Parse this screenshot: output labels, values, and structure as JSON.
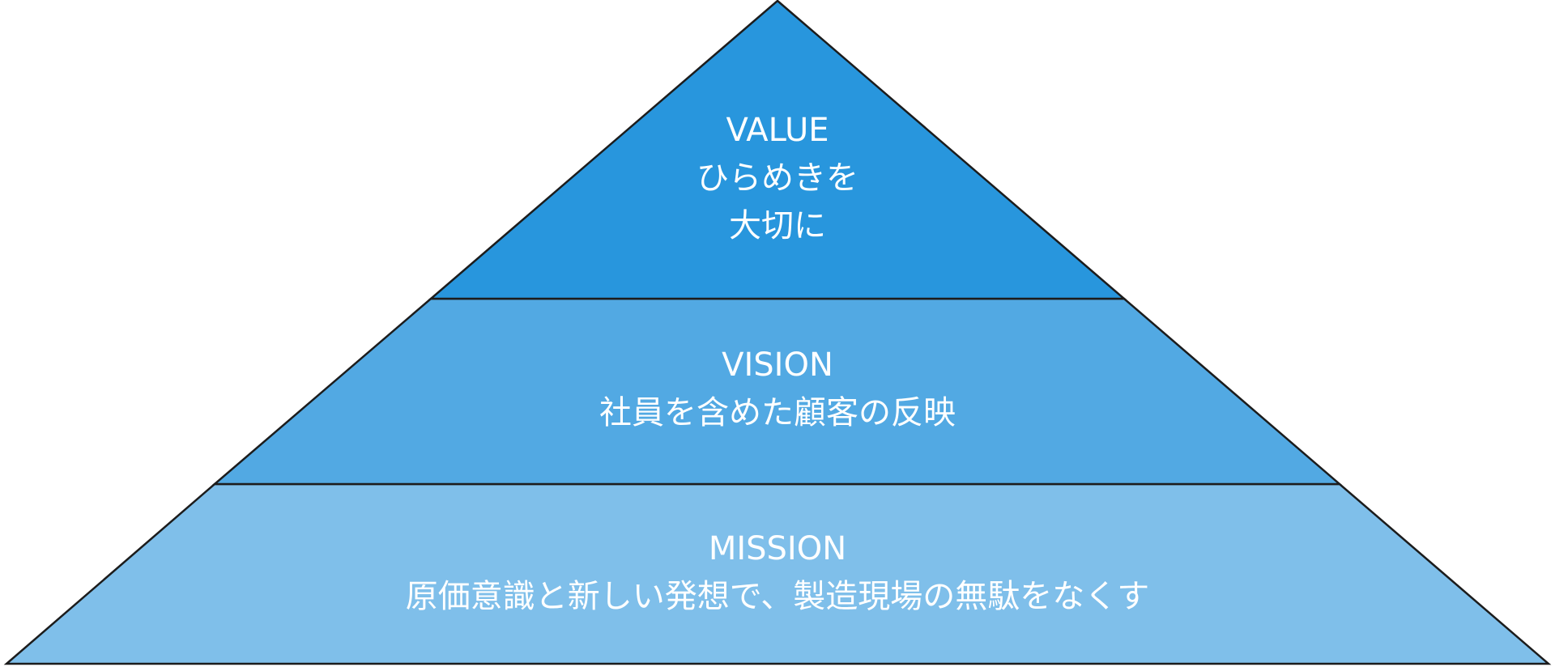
{
  "colors": {
    "top": "#2896dd",
    "middle": "#52a9e3",
    "bottom": "#7fbfea",
    "outline": "#1c1c1c",
    "text": "#ffffff"
  },
  "tiers": {
    "value": {
      "title": "VALUE",
      "line1": "ひらめきを",
      "line2": "大切に"
    },
    "vision": {
      "title": "VISION",
      "line1": "社員を含めた顧客の反映"
    },
    "mission": {
      "title": "MISSION",
      "line1": "原価意識と新しい発想で、製造現場の無駄をなくす"
    }
  }
}
